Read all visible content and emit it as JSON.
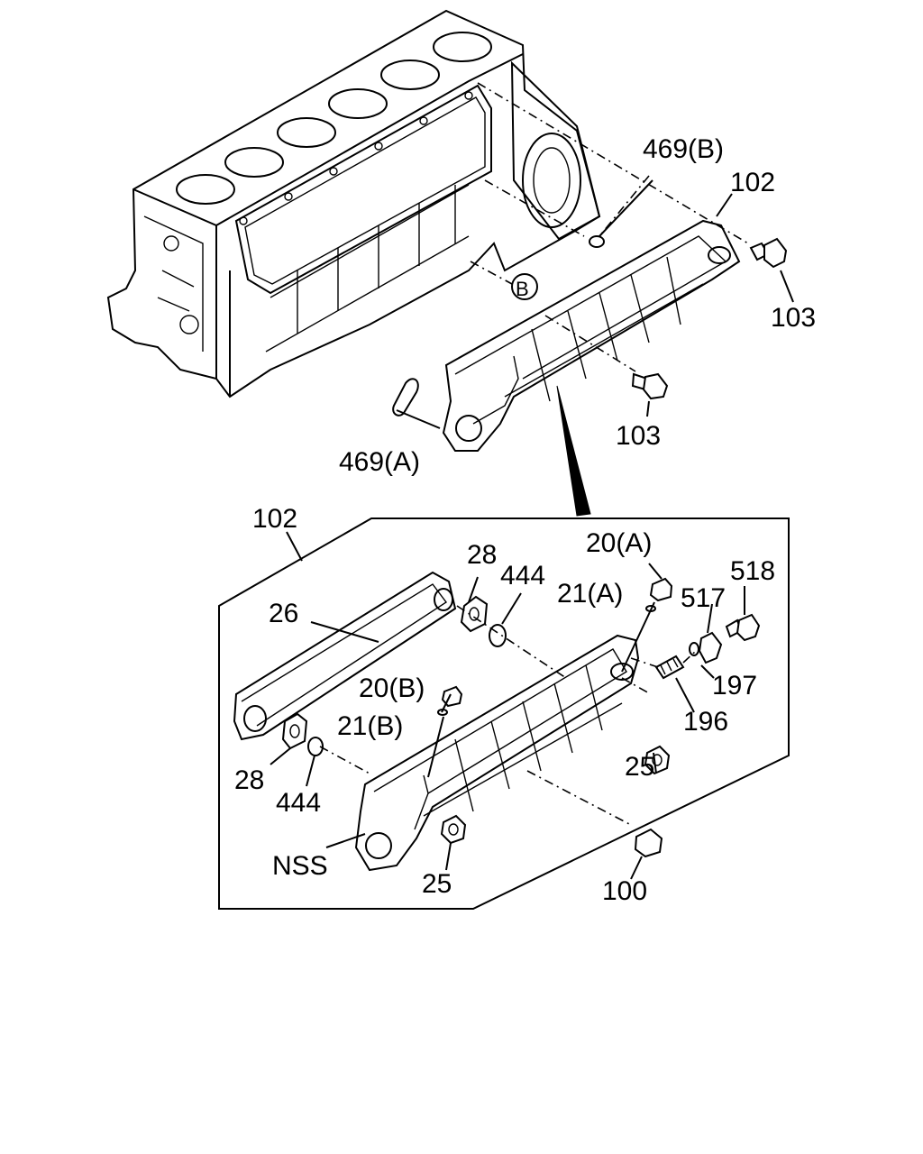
{
  "labels": {
    "l469b": "469(B)",
    "l102_top": "102",
    "l103_right": "103",
    "lB": "B",
    "l103_mid": "103",
    "l469a": "469(A)",
    "l102_box": "102",
    "l28_top": "28",
    "l444_top": "444",
    "l20a": "20(A)",
    "l21a": "21(A)",
    "l518": "518",
    "l517": "517",
    "l26": "26",
    "l20b": "20(B)",
    "l21b": "21(B)",
    "l197": "197",
    "l196": "196",
    "l25_right": "25",
    "l28_bot": "28",
    "l444_bot": "444",
    "lNSS": "NSS",
    "l25_bot": "25",
    "l100": "100"
  }
}
